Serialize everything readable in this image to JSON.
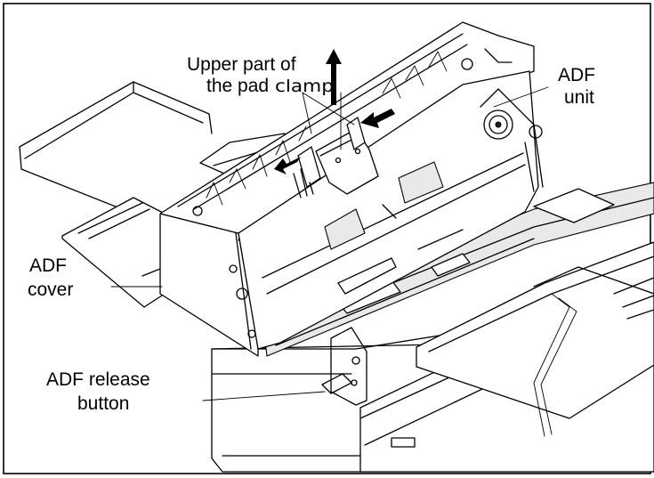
{
  "labels": {
    "pad_line1": "Upper part of",
    "pad_line2_a": "the pad",
    "pad_line2_b": "clamp",
    "adf_unit_line1": "ADF",
    "adf_unit_line2": "unit",
    "adf_cover_line1": "ADF",
    "adf_cover_line2": "cover",
    "release_line1": "ADF release",
    "release_line2": "button"
  }
}
